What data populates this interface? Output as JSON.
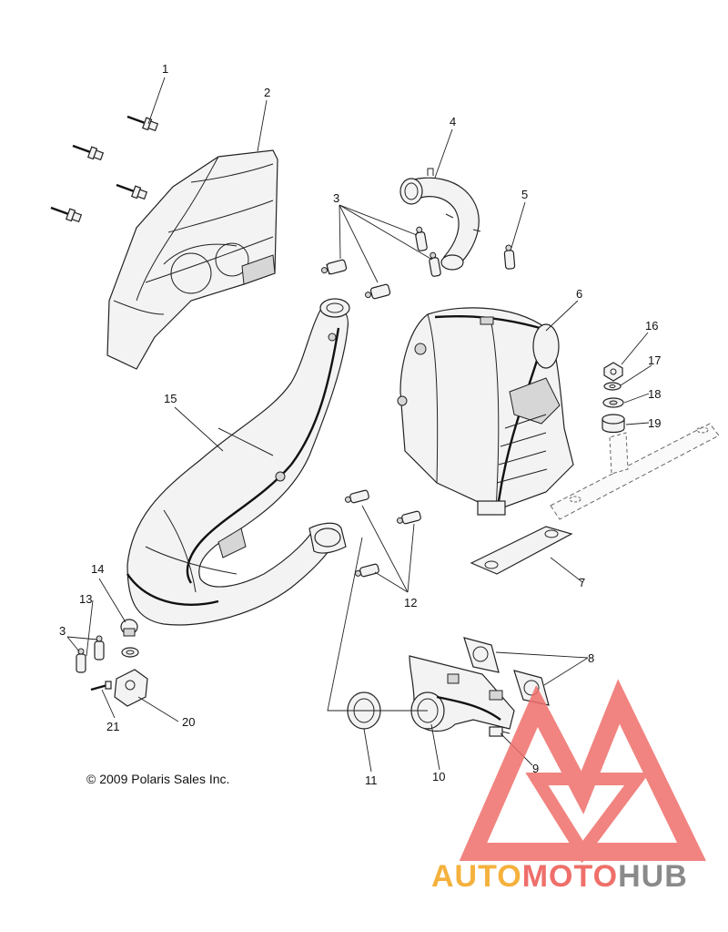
{
  "callouts": {
    "c1": "1",
    "c2": "2",
    "c3a": "3",
    "c3b": "3",
    "c4": "4",
    "c5": "5",
    "c6": "6",
    "c7": "7",
    "c8": "8",
    "c9": "9",
    "c10": "10",
    "c11": "11",
    "c12": "12",
    "c13": "13",
    "c14": "14",
    "c15": "15",
    "c16": "16",
    "c17": "17",
    "c18": "18",
    "c19": "19",
    "c20": "20",
    "c21": "21"
  },
  "copyright": "© 2009 Polaris Sales Inc.",
  "watermark": {
    "part1": "AUTO",
    "part2": "MOTO",
    "part3": "HUB",
    "color_orange": "#f5b13d",
    "color_red": "#ef6f6a",
    "color_gray": "#8a8a8a"
  }
}
